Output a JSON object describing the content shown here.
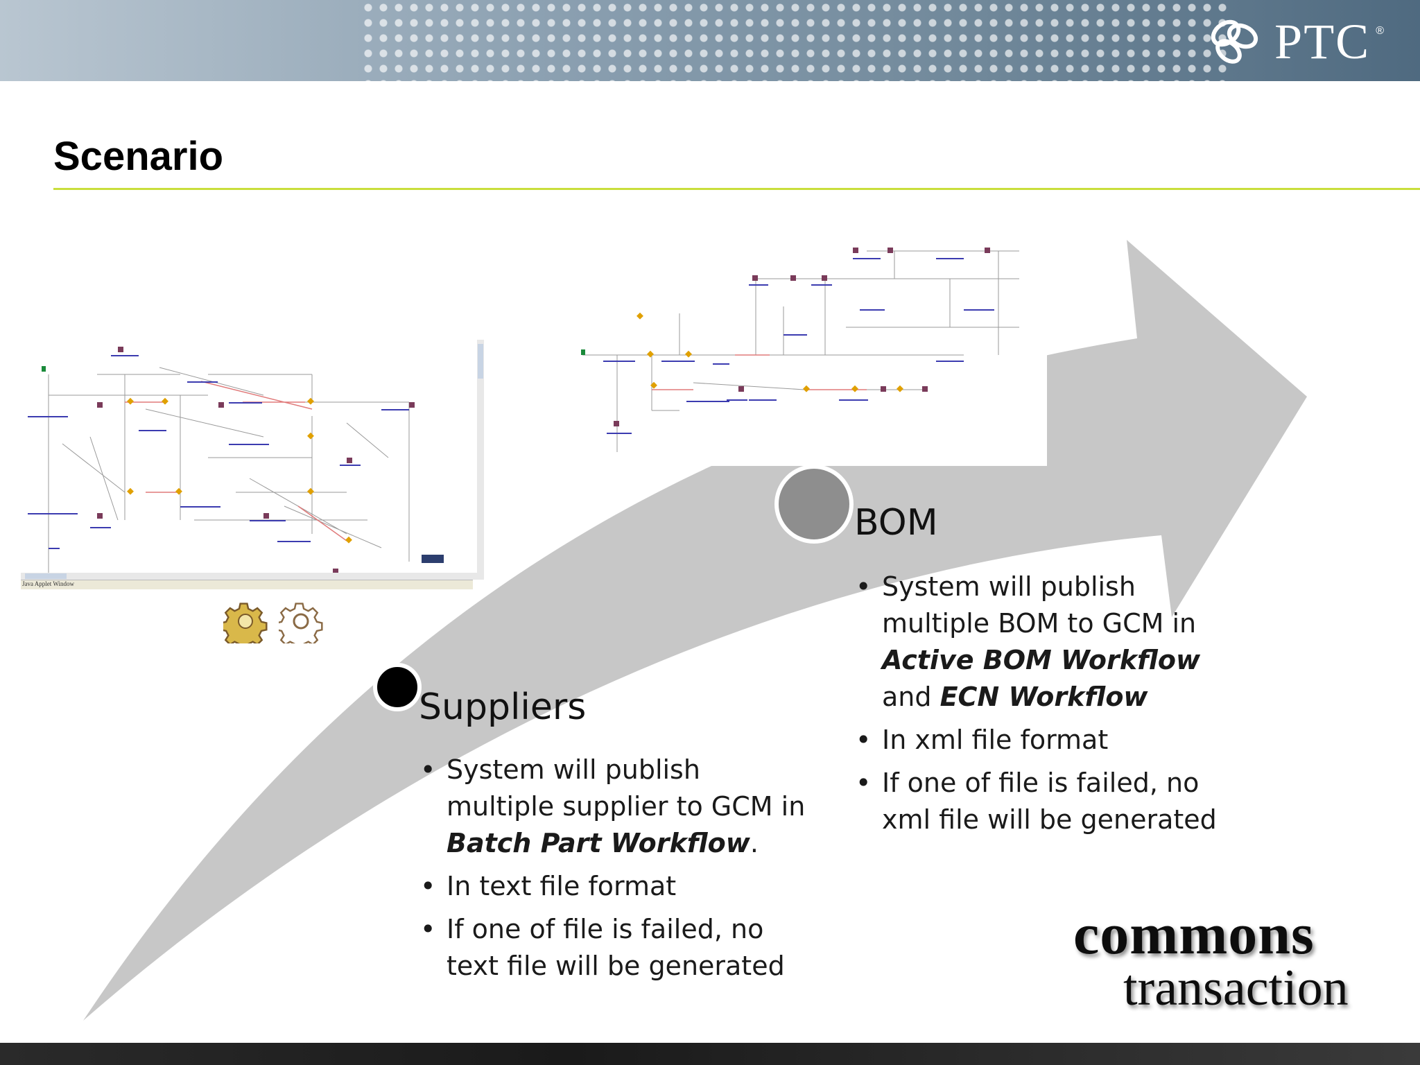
{
  "header": {
    "logo_text": "PTC",
    "logo_mark": "®"
  },
  "slide": {
    "title": "Scenario"
  },
  "accent_colors": {
    "title_rule": "#c9de3c",
    "arrow": "#c7c7c7",
    "suppliers_dot": "#000000",
    "bom_dot": "#8e8e8e"
  },
  "screenshots": {
    "left": {
      "status_text": "Java Applet Window"
    },
    "right": {}
  },
  "icons": [
    "gear-icon-active",
    "gear-icon-inactive"
  ],
  "suppliers": {
    "heading": "Suppliers",
    "bullets": [
      {
        "pre": "System will publish multiple supplier to GCM in ",
        "em": "Batch Part Workflow",
        "post": "."
      },
      {
        "pre": "In text file format",
        "em": "",
        "post": ""
      },
      {
        "pre": "If one of file is failed, no text file will be generated",
        "em": "",
        "post": ""
      }
    ]
  },
  "bom": {
    "heading": "BOM",
    "bullets": [
      {
        "pre": "System will publish multiple BOM to GCM in ",
        "em": "Active BOM Workflow",
        "mid": " and ",
        "em2": "ECN Workflow"
      },
      {
        "pre": "In xml file format"
      },
      {
        "pre": "If one of file is failed, no xml file will be generated"
      }
    ]
  },
  "branding": {
    "line1": "commons",
    "line2": "transaction"
  }
}
